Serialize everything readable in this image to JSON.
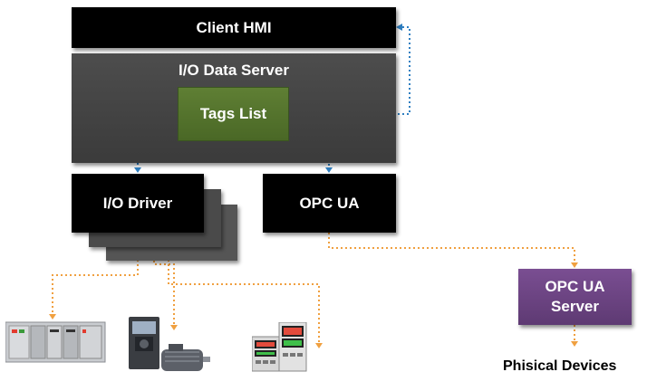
{
  "nodes": {
    "client_hmi": "Client HMI",
    "io_data_server": "I/O Data Server",
    "tags_list": "Tags List",
    "io_driver": "I/O Driver",
    "opc_ua": "OPC UA",
    "opc_ua_server_line1": "OPC UA",
    "opc_ua_server_line2": "Server",
    "physical_devices": "Phisical Devices"
  },
  "colors": {
    "blue_link": "#2f7fc1",
    "orange_link": "#f0a040",
    "tags_green": "#5a7a30",
    "server_purple": "#6b4380"
  },
  "devices": [
    "plc-rack-icon",
    "vfd-motor-icon",
    "temperature-controller-icon"
  ]
}
